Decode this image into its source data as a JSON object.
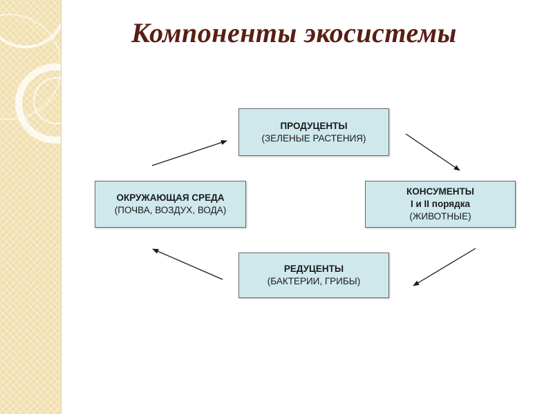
{
  "title": "Компоненты экосистемы",
  "nodes": {
    "producers": {
      "name": "ПРОДУЦЕНТЫ",
      "desc": "(ЗЕЛЕНЫЕ РАСТЕНИЯ)"
    },
    "environment": {
      "name": "ОКРУЖАЮЩАЯ СРЕДА",
      "desc": "(ПОЧВА, ВОЗДУХ, ВОДА)"
    },
    "consumers": {
      "name": "КОНСУМЕНТЫ",
      "order": "I и II порядка",
      "desc": "(ЖИВОТНЫЕ)"
    },
    "reducers": {
      "name": "РЕДУЦЕНТЫ",
      "desc": "(БАКТЕРИИ, ГРИБЫ)"
    }
  },
  "edges": [
    {
      "from": "environment",
      "to": "producers"
    },
    {
      "from": "producers",
      "to": "consumers"
    },
    {
      "from": "consumers",
      "to": "reducers"
    },
    {
      "from": "reducers",
      "to": "environment"
    }
  ],
  "colors": {
    "title": "#5a1e14",
    "box_fill": "#cfe8ec",
    "box_border": "#606a6c",
    "arrow": "#1a1a1a",
    "side_strip": "#f1dfae"
  }
}
